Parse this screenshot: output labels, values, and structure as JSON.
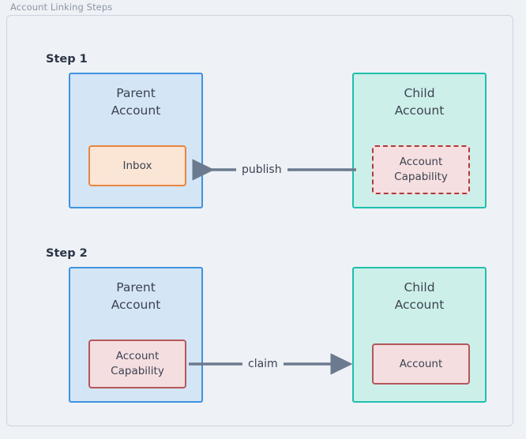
{
  "figure": {
    "caption": "Account Linking Steps",
    "frame_bg": "#eef1f5",
    "frame_border": "#ccd4de"
  },
  "colors": {
    "parent_fill": "#d4e5f6",
    "parent_border": "#3f92e0",
    "child_fill": "#cdefe9",
    "child_border": "#1fc0ad",
    "inbox_fill": "#fbe5d5",
    "inbox_border": "#e78640",
    "capability_dashed_fill": "#f6dfe0",
    "capability_dashed_border": "#b0393b",
    "capability_solid_fill": "#f4dedf",
    "capability_solid_border": "#b5565a",
    "arrow": "#6b7a8f",
    "text": "#3c4352",
    "caption_text": "#8b95a6"
  },
  "steps": [
    {
      "label": "Step 1",
      "left_node": {
        "title": "Parent\nAccount",
        "inner": {
          "label": "Inbox",
          "style": "solid-orange"
        }
      },
      "right_node": {
        "title": "Child\nAccount",
        "inner": {
          "label": "Account\nCapability",
          "style": "dashed-red"
        }
      },
      "edge": {
        "label": "publish",
        "direction": "right-to-left"
      }
    },
    {
      "label": "Step 2",
      "left_node": {
        "title": "Parent\nAccount",
        "inner": {
          "label": "Account\nCapability",
          "style": "solid-red"
        }
      },
      "right_node": {
        "title": "Child\nAccount",
        "inner": {
          "label": "Account",
          "style": "solid-red"
        }
      },
      "edge": {
        "label": "claim",
        "direction": "left-to-right"
      }
    }
  ]
}
